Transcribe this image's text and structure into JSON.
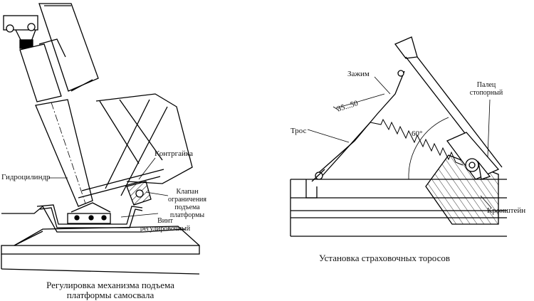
{
  "left_figure": {
    "labels": {
      "hydraulic_cylinder": "Гидроцилиндр",
      "locknut": "Контргайка",
      "valve_line1": "Клапан",
      "valve_line2": "ограничения",
      "valve_line3": "подъема",
      "valve_line4": "платформы",
      "screw_line1": "Винт",
      "screw_line2": "регулировочный"
    },
    "caption_line1": "Регулировка механизма подъема",
    "caption_line2": "платформы самосвала"
  },
  "right_figure": {
    "labels": {
      "clamp": "Зажим",
      "dimension": "35...50",
      "cable": "Трос",
      "angle": "60°",
      "pin_line1": "Палец",
      "pin_line2": "стопорный",
      "bracket": "Кронштейн"
    },
    "caption": "Установка страховочных торосов"
  }
}
